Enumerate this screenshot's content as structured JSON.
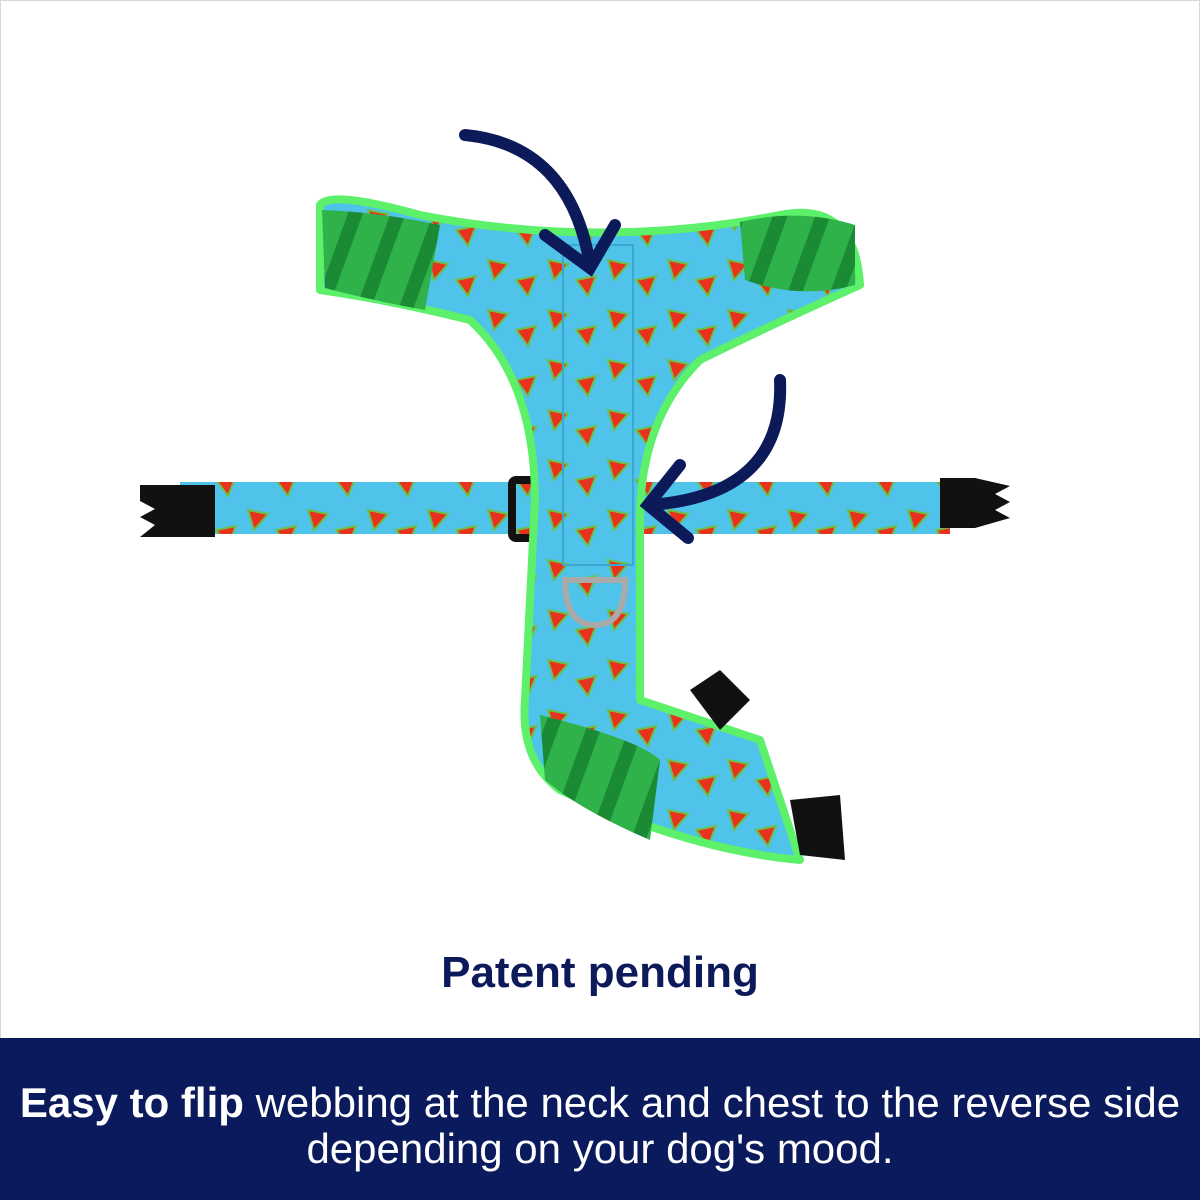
{
  "caption": "Patent pending",
  "banner": {
    "bold": "Easy to flip",
    "rest": " webbing at the neck and chest to the reverse side depending on your dog's mood."
  },
  "colors": {
    "navy": "#0a1a5c",
    "fabric": "#4fc3ea",
    "trim": "#5df06a",
    "rind": "#1fa33f",
    "melon": "#e8321e"
  }
}
